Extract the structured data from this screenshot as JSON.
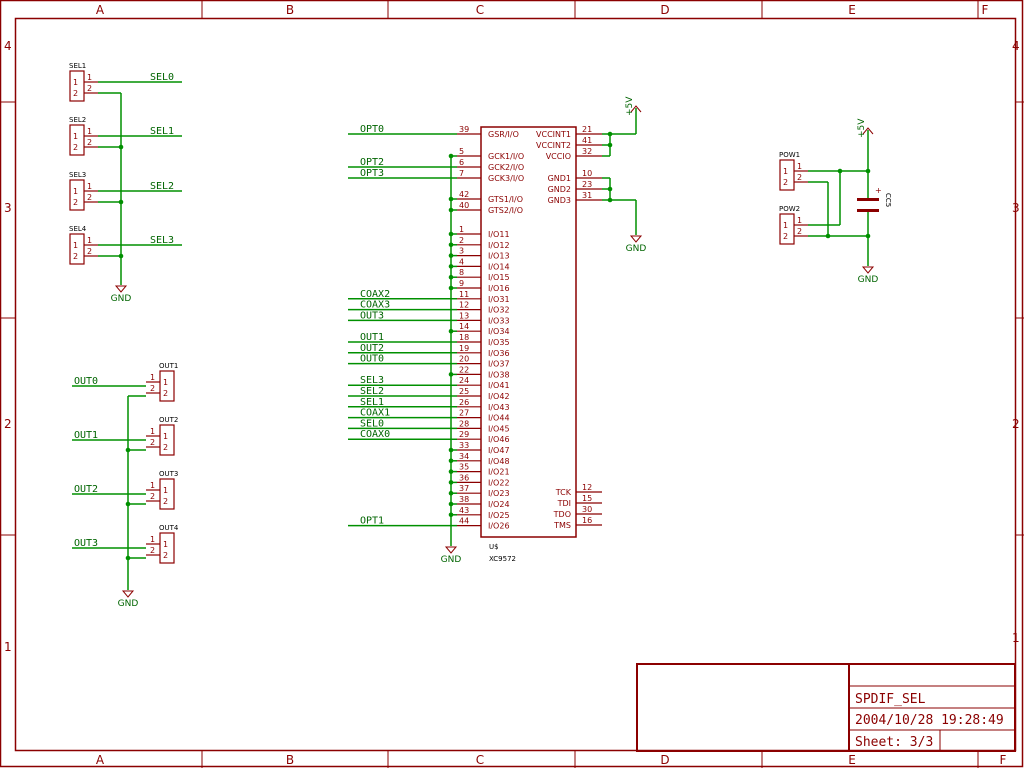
{
  "frame": {
    "columns": [
      "A",
      "B",
      "C",
      "D",
      "E",
      "F"
    ],
    "rows": [
      "4",
      "3",
      "2",
      "1"
    ]
  },
  "title_block": {
    "title": "SPDIF_SEL",
    "date": "2004/10/28 19:28:49",
    "sheet": "Sheet: 3/3"
  },
  "sel_connectors": [
    {
      "name": "SEL1",
      "net": "SEL0"
    },
    {
      "name": "SEL2",
      "net": "SEL1"
    },
    {
      "name": "SEL3",
      "net": "SEL2"
    },
    {
      "name": "SEL4",
      "net": "SEL3"
    }
  ],
  "out_connectors": [
    {
      "name": "OUT1",
      "net": "OUT0"
    },
    {
      "name": "OUT2",
      "net": "OUT1"
    },
    {
      "name": "OUT3",
      "net": "OUT2"
    },
    {
      "name": "OUT4",
      "net": "OUT3"
    }
  ],
  "pow_connectors": [
    {
      "name": "POW1"
    },
    {
      "name": "POW2"
    }
  ],
  "capacitor": {
    "name": "CC5"
  },
  "labels": {
    "gnd": "GND",
    "vcc": "+5V",
    "pin1": "1",
    "pin2": "2",
    "plus": "+"
  },
  "ic": {
    "name": "U$",
    "value": "XC9572",
    "left_pins": [
      {
        "num": "39",
        "name": "GSR/I/O",
        "net": "OPT0"
      },
      {
        "num": "5",
        "name": "GCK1/I/O",
        "net": ""
      },
      {
        "num": "6",
        "name": "GCK2/I/O",
        "net": "OPT2"
      },
      {
        "num": "7",
        "name": "GCK3/I/O",
        "net": "OPT3"
      },
      {
        "num": "42",
        "name": "GTS1/I/O",
        "net": ""
      },
      {
        "num": "40",
        "name": "GTS2/I/O",
        "net": ""
      },
      {
        "num": "1",
        "name": "I/O11",
        "net": ""
      },
      {
        "num": "2",
        "name": "I/O12",
        "net": ""
      },
      {
        "num": "3",
        "name": "I/O13",
        "net": ""
      },
      {
        "num": "4",
        "name": "I/O14",
        "net": ""
      },
      {
        "num": "8",
        "name": "I/O15",
        "net": ""
      },
      {
        "num": "9",
        "name": "I/O16",
        "net": ""
      },
      {
        "num": "11",
        "name": "I/O31",
        "net": "COAX2"
      },
      {
        "num": "12",
        "name": "I/O32",
        "net": "COAX3"
      },
      {
        "num": "13",
        "name": "I/O33",
        "net": "OUT3"
      },
      {
        "num": "14",
        "name": "I/O34",
        "net": ""
      },
      {
        "num": "18",
        "name": "I/O35",
        "net": "OUT1"
      },
      {
        "num": "19",
        "name": "I/O36",
        "net": "OUT2"
      },
      {
        "num": "20",
        "name": "I/O37",
        "net": "OUT0"
      },
      {
        "num": "22",
        "name": "I/O38",
        "net": ""
      },
      {
        "num": "24",
        "name": "I/O41",
        "net": "SEL3"
      },
      {
        "num": "25",
        "name": "I/O42",
        "net": "SEL2"
      },
      {
        "num": "26",
        "name": "I/O43",
        "net": "SEL1"
      },
      {
        "num": "27",
        "name": "I/O44",
        "net": "COAX1"
      },
      {
        "num": "28",
        "name": "I/O45",
        "net": "SEL0"
      },
      {
        "num": "29",
        "name": "I/O46",
        "net": "COAX0"
      },
      {
        "num": "33",
        "name": "I/O47",
        "net": ""
      },
      {
        "num": "34",
        "name": "I/O48",
        "net": ""
      },
      {
        "num": "35",
        "name": "I/O21",
        "net": ""
      },
      {
        "num": "36",
        "name": "I/O22",
        "net": ""
      },
      {
        "num": "37",
        "name": "I/O23",
        "net": ""
      },
      {
        "num": "38",
        "name": "I/O24",
        "net": ""
      },
      {
        "num": "43",
        "name": "I/O25",
        "net": ""
      },
      {
        "num": "44",
        "name": "I/O26",
        "net": "OPT1"
      }
    ],
    "right_pins": [
      {
        "num": "21",
        "name": "VCCINT1"
      },
      {
        "num": "41",
        "name": "VCCINT2"
      },
      {
        "num": "32",
        "name": "VCCIO"
      },
      {
        "num": "10",
        "name": "GND1"
      },
      {
        "num": "23",
        "name": "GND2"
      },
      {
        "num": "31",
        "name": "GND3"
      },
      {
        "num": "12",
        "name": "TCK"
      },
      {
        "num": "15",
        "name": "TDI"
      },
      {
        "num": "30",
        "name": "TDO"
      },
      {
        "num": "16",
        "name": "TMS"
      }
    ]
  }
}
